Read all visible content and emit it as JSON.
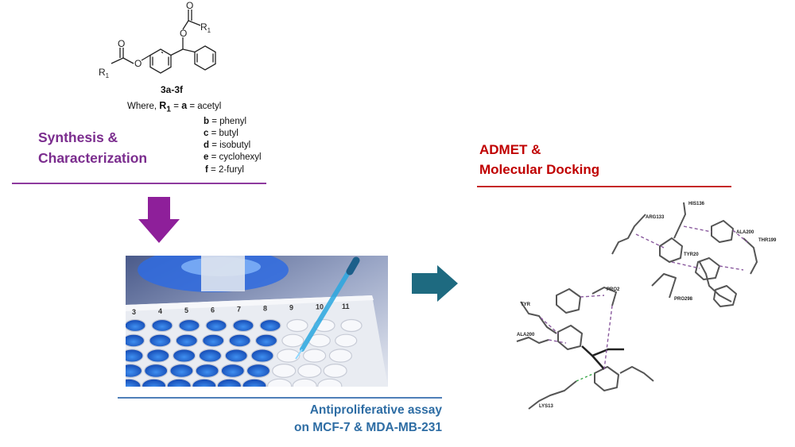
{
  "structure": {
    "compound_label": "3a-3f",
    "atom_O": "O",
    "atom_R1": "R",
    "atom_R1_sub": "1"
  },
  "r1_legend": {
    "prefix": "Where, ",
    "r_symbol": "R",
    "r_sub": "1",
    "rows": [
      {
        "letter": "a",
        "name": "= acetyl"
      },
      {
        "letter": "b",
        "name": "= phenyl"
      },
      {
        "letter": "c",
        "name": "= butyl"
      },
      {
        "letter": "d",
        "name": "= isobutyl"
      },
      {
        "letter": "e",
        "name": "= cyclohexyl"
      },
      {
        "letter": "f",
        "name": "= 2-furyl"
      }
    ]
  },
  "synthesis": {
    "line1": "Synthesis &",
    "line2": "Characterization"
  },
  "assay": {
    "line1": "Antiproliferative assay",
    "line2": "on MCF-7 & MDA-MB-231"
  },
  "admet": {
    "line1": "ADMET &",
    "line2": "Molecular Docking"
  },
  "plate_column_numbers": [
    "3",
    "4",
    "5",
    "6",
    "7",
    "8",
    "9",
    "10",
    "11"
  ],
  "residues": [
    "HIS136",
    "ARG133",
    "ALA200",
    "THR199",
    "TYR20",
    "PRO298",
    "PRO2",
    "TYR",
    "ALA200",
    "LYS13"
  ],
  "colors": {
    "synthesis": "#7B2D8E",
    "assay": "#2E6DA4",
    "admet": "#C00000",
    "down_arrow": "#8E1F9A",
    "right_arrow": "#1E6A80"
  }
}
